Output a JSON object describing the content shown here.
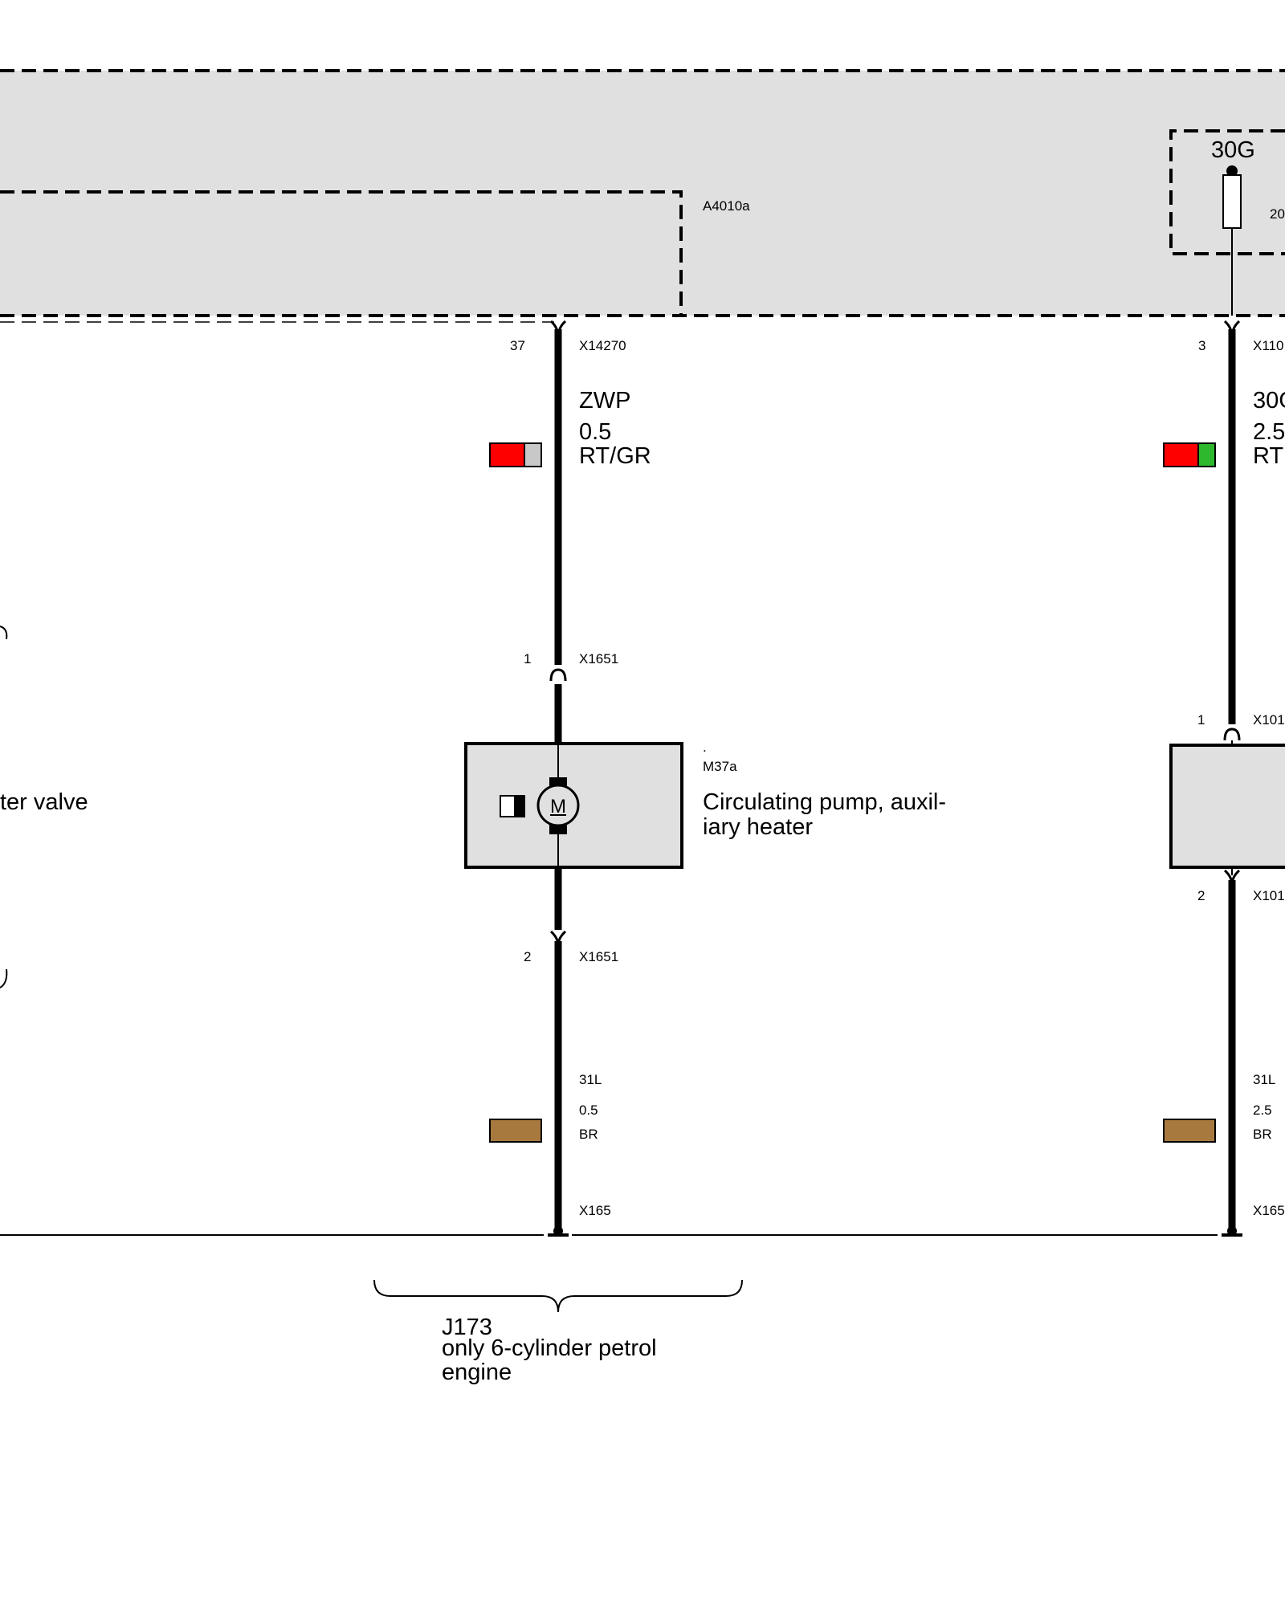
{
  "module": {
    "id": "A4010a"
  },
  "fuse": {
    "label": "30G",
    "rating_partial": "20"
  },
  "partial_label_valve": "ter valve",
  "wire_left": {
    "top_pin": "37",
    "top_connector": "X14270",
    "signal": "ZWP",
    "cross_section": "0.5",
    "color_code": "RT/GR",
    "color_primary": "#ff0000",
    "color_secondary": "#c8c8c8",
    "mid_pin_1": "1",
    "mid_connector_1": "X1651",
    "mid_pin_2": "2",
    "mid_connector_2": "X1651",
    "ground_signal": "31L",
    "ground_cross_section": "0.5",
    "ground_color_code": "BR",
    "ground_color": "#a8793f",
    "ground_connector": "X165"
  },
  "wire_right": {
    "top_pin": "3",
    "top_connector_partial": "X110",
    "signal_partial": "30G",
    "cross_section_partial": "2.5",
    "color_code_partial": "RT",
    "color_primary": "#ff0000",
    "color_secondary": "#2db82d",
    "mid_pin_1": "1",
    "mid_connector_1_partial": "X101",
    "mid_pin_2": "2",
    "mid_connector_2_partial": "X101",
    "ground_signal": "31L",
    "ground_cross_section": "2.5",
    "ground_color_code": "BR",
    "ground_color": "#a8793f",
    "ground_connector_partial": "X165"
  },
  "component": {
    "dot": ".",
    "id": "M37a",
    "description_line1": "Circulating pump, auxil-",
    "description_line2": "iary heater",
    "motor_symbol": "M"
  },
  "note": {
    "id": "J173",
    "line1": "only 6-cylinder petrol",
    "line2": "engine"
  }
}
